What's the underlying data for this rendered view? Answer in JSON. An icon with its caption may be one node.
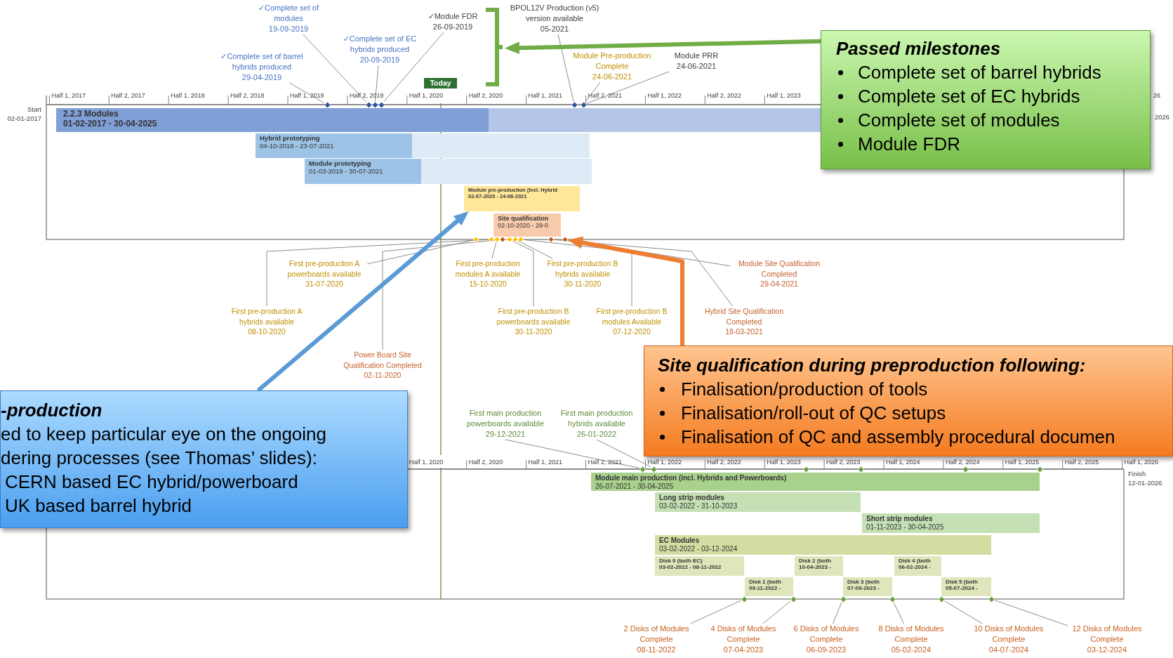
{
  "diagram": {
    "nodes": [
      {
        "text": [
          "2.2.3 Modules",
          "01-02-2017 - 30-04-2025"
        ]
      },
      {
        "text": [
          "Hybrid prototyping",
          "04-10-2018 - 23-07-2021"
        ]
      },
      {
        "text": [
          "Module prototyping",
          "01-03-2019 - 30-07-2021"
        ]
      },
      {
        "text": [
          "Module pre-production (Incl. Hybrid",
          "02-07-2020 - 24-06-2021"
        ]
      },
      {
        "text": [
          "Site qualification",
          "02-10-2020 - 29-0"
        ]
      },
      {
        "text": [
          "✓Complete set of modules",
          "19-09-2019"
        ]
      },
      {
        "text": [
          "✓Module FDR",
          "26-09-2019"
        ]
      },
      {
        "text": [
          "BPOL12V Production (v5) version available",
          "05-2021"
        ]
      },
      {
        "text": [
          "✓Complete set of EC hybrids produced",
          "20-09-2019"
        ]
      },
      {
        "text": [
          "✓Complete set of barrel hybrids produced",
          "29-04-2019"
        ]
      },
      {
        "text": [
          "Module Pre-production Complete",
          "24-06-2021"
        ]
      },
      {
        "text": [
          "Module PRR",
          "24-06-2021"
        ]
      },
      {
        "text": [],
        "shape": "diamond"
      },
      {
        "text": [],
        "shape": "diamond"
      },
      {
        "text": [],
        "shape": "diamond"
      },
      {
        "text": [],
        "shape": "diamond"
      },
      {
        "text": [],
        "shape": "diamond"
      },
      {
        "text": [],
        "shape": "diamond"
      },
      {
        "text": [],
        "shape": "diamond"
      },
      {
        "text": [],
        "shape": "diamond"
      },
      {
        "text": [],
        "shape": "diamond"
      },
      {
        "text": [],
        "shape": "diamond"
      },
      {
        "text": [],
        "shape": "diamond"
      },
      {
        "text": [],
        "shape": "diamond"
      },
      {
        "text": [],
        "shape": "diamond"
      },
      {
        "text": [],
        "shape": "diamond"
      },
      {
        "text": [],
        "shape": "diamond"
      },
      {
        "text": [
          "First pre-production A powerboards available",
          "31-07-2020"
        ]
      },
      {
        "text": [
          "First pre-production modules A available",
          "15-10-2020"
        ]
      },
      {
        "text": [
          "First pre-production B hybrids available",
          "30-11-2020"
        ]
      },
      {
        "text": [
          "Module Site Qualification Completed",
          "29-04-2021"
        ]
      },
      {
        "text": [
          "First pre-production A hybrids available",
          "08-10-2020"
        ]
      },
      {
        "text": [
          "First pre-production B modules Available",
          "07-12-2020"
        ]
      },
      {
        "text": [
          "Hybrid Site Qualification Completed",
          "18-03-2021"
        ]
      },
      {
        "text": [
          "First pre-production B powerboards available",
          "30-11-2020"
        ]
      },
      {
        "text": [
          "Power Board Site Qualification Completed",
          "02-11-2020"
        ]
      },
      {
        "text": [
          "Module main production (incl. Hybrids and Powerboards)",
          "26-07-2021 - 30-04-2025"
        ]
      },
      {
        "text": [
          "Long strip modules",
          "03-02-2022 - 31-10-2023"
        ]
      },
      {
        "text": [
          "Short strip modules",
          "01-11-2023 - 30-04-2025"
        ]
      },
      {
        "text": [
          "EC Modules",
          "03-02-2022 - 03-12-2024"
        ]
      },
      {
        "text": [
          "Disk 0 (both EC)",
          "03-02-2022 - 08-11-2022"
        ]
      },
      {
        "text": [
          "Disk 2 (both",
          "10-04-2023 -"
        ]
      },
      {
        "text": [
          "Disk 4 (both",
          "06-02-2024 -"
        ]
      },
      {
        "text": [
          "Disk 1 (both",
          "09-11-2022 -"
        ]
      },
      {
        "text": [
          "Disk 3 (both",
          "07-09-2023 -"
        ]
      },
      {
        "text": [
          "Disk 5 (both",
          "05-07-2024 -"
        ]
      },
      {
        "text": [
          "First main production powerboards available",
          "29-12-2021"
        ]
      },
      {
        "text": [
          "First main production hybrids available",
          "26-01-2022"
        ]
      },
      {
        "text": [],
        "shape": "diamond"
      },
      {
        "text": [],
        "shape": "diamond"
      },
      {
        "text": [],
        "shape": "diamond"
      },
      {
        "text": [],
        "shape": "diamond"
      },
      {
        "text": [],
        "shape": "diamond"
      },
      {
        "text": [],
        "shape": "diamond"
      },
      {
        "text": [],
        "shape": "diamond"
      },
      {
        "text": [],
        "shape": "diamond"
      },
      {
        "text": [],
        "shape": "diamond"
      },
      {
        "text": [],
        "shape": "diamond"
      },
      {
        "text": [],
        "shape": "diamond"
      },
      {
        "text": [],
        "shape": "diamond"
      },
      {
        "text": [
          "2 Disks of Modules Complete",
          "08-11-2022"
        ]
      },
      {
        "text": [
          "4 Disks of Modules Complete",
          "07-04-2023"
        ]
      },
      {
        "text": [
          "6 Disks of Modules Complete",
          "06-09-2023"
        ]
      },
      {
        "text": [
          "8 Disks of Modules Complete",
          "05-02-2024"
        ]
      },
      {
        "text": [
          "10 Disks of Modules Complete",
          "04-07-2024"
        ]
      },
      {
        "text": [
          "12 Disks of Modules Complete",
          "03-12-2024"
        ]
      },
      {
        "text": [
          "Passed milestones",
          "Complete set of barrel hybrids",
          "Complete set of EC hybrids",
          "Complete set of modules",
          "Module FDR"
        ]
      },
      {
        "text": [
          "Site qualification during preproduction following:",
          "Finalisation/production of tools",
          "Finalisation/roll-out of QC setups",
          "Finalisation of QC and assembly procedural documen"
        ]
      },
      {
        "text": [
          "-production",
          "ed to keep particular eye on the ongoing",
          "dering processes (see Thomas’ slides):",
          "CERN based EC hybrid/powerboard",
          "UK based barrel hybrid"
        ]
      },
      {
        "text": [],
        "shape": "bracket"
      }
    ],
    "edges": [
      {
        "from": 9,
        "to": 12,
        "arrow": "none"
      },
      {
        "from": 5,
        "to": 13,
        "arrow": "none"
      },
      {
        "from": 8,
        "to": 14,
        "arrow": "none"
      },
      {
        "from": 6,
        "to": 15,
        "arrow": "none"
      },
      {
        "from": 7,
        "to": 16,
        "arrow": "none"
      },
      {
        "from": 10,
        "to": 17,
        "arrow": "none"
      },
      {
        "from": 11,
        "to": 17,
        "arrow": "none"
      },
      {
        "from": 27,
        "to": 18,
        "arrow": "none"
      },
      {
        "from": 31,
        "to": 19,
        "arrow": "none"
      },
      {
        "from": 28,
        "to": 20,
        "arrow": "none"
      },
      {
        "from": 35,
        "to": 21,
        "arrow": "none"
      },
      {
        "from": 34,
        "to": 22,
        "arrow": "none"
      },
      {
        "from": 29,
        "to": 23,
        "arrow": "none"
      },
      {
        "from": 32,
        "to": 24,
        "arrow": "none"
      },
      {
        "from": 33,
        "to": 25,
        "arrow": "none"
      },
      {
        "from": 30,
        "to": 26,
        "arrow": "none"
      },
      {
        "from": 46,
        "to": 48,
        "arrow": "none"
      },
      {
        "from": 47,
        "to": 49,
        "arrow": "none"
      },
      {
        "from": 60,
        "to": 54,
        "arrow": "none"
      },
      {
        "from": 61,
        "to": 55,
        "arrow": "none"
      },
      {
        "from": 62,
        "to": 56,
        "arrow": "none"
      },
      {
        "from": 63,
        "to": 57,
        "arrow": "none"
      },
      {
        "from": 64,
        "to": 58,
        "arrow": "none"
      },
      {
        "from": 65,
        "to": 59,
        "arrow": "none"
      },
      {
        "from": 66,
        "to": 69,
        "arrow": "to",
        "style": "thick",
        "color": "#70ad47"
      },
      {
        "from": 67,
        "to": 26,
        "arrow": "to",
        "style": "thick",
        "color": "#ed7d31"
      },
      {
        "from": 68,
        "to": 3,
        "arrow": "to",
        "style": "thick",
        "color": "#5b9bd5"
      }
    ],
    "labels": [
      "Start",
      "02-01-2017",
      "Half 1, 2017",
      "Half 2, 2017",
      "Half 1, 2018",
      "Half 2, 2018",
      "Half 1, 2019",
      "Half 2, 2019",
      "Half 1, 2020",
      "Half 2, 2020",
      "Half 1, 2021",
      "Half 2, 2021",
      "Half 1, 2022",
      "Half 2, 2022",
      "Half 1, 2023",
      "26",
      "2026",
      "Today",
      "Half 1, 2020",
      "Half 2, 2020",
      "Half 1, 2021",
      "Half 2, 2021",
      "Half 1, 2022",
      "Half 2, 2022",
      "Half 1, 2023",
      "Half 2, 2023",
      "Half 1, 2024",
      "Half 2, 2024",
      "Half 1, 2025",
      "Half 2, 2025",
      "Half 1, 2026",
      "Finish",
      "12-01-2026"
    ]
  }
}
